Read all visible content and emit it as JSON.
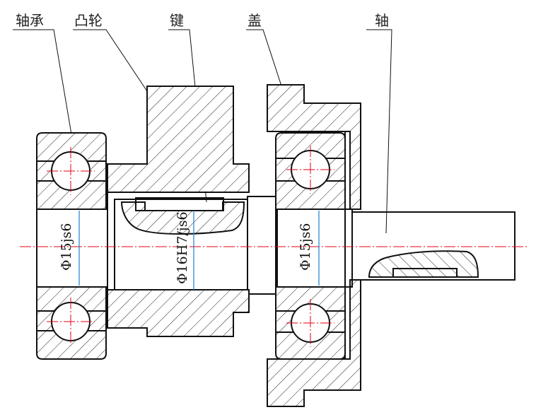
{
  "labels": {
    "bearing": "轴承",
    "cam": "凸轮",
    "key": "键",
    "cover": "盖",
    "shaft": "轴"
  },
  "dimensions": {
    "left_bearing_fit": "Φ15js6",
    "cam_fit": "Φ16H7/js6",
    "right_bearing_fit": "Φ15js6"
  },
  "colors": {
    "outline": "#111111",
    "center_line": "#e0001a",
    "dimension_line": "#1f7fd0"
  }
}
